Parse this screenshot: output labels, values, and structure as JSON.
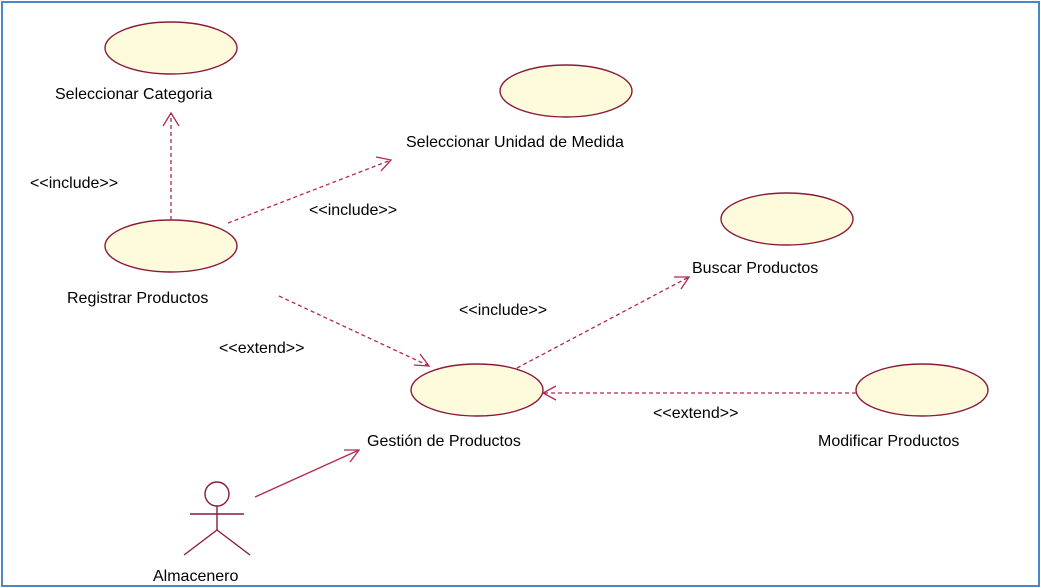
{
  "use_cases": {
    "seleccionar_categoria": "Seleccionar Categoria",
    "seleccionar_unidad": "Seleccionar Unidad de Medida",
    "registrar_productos": "Registrar Productos",
    "buscar_productos": "Buscar Productos",
    "gestion_productos": "Gestión de Productos",
    "modificar_productos": "Modificar Productos"
  },
  "actor": {
    "name": "Almacenero"
  },
  "relations": {
    "include_categoria": "<<include>>",
    "include_unidad": "<<include>>",
    "include_buscar": "<<include>>",
    "extend_registrar": "<<extend>>",
    "extend_modificar": "<<extend>>"
  },
  "colors": {
    "usecase_fill": "#fefbdc",
    "line": "#b5274f",
    "frame": "#4a86c8"
  }
}
